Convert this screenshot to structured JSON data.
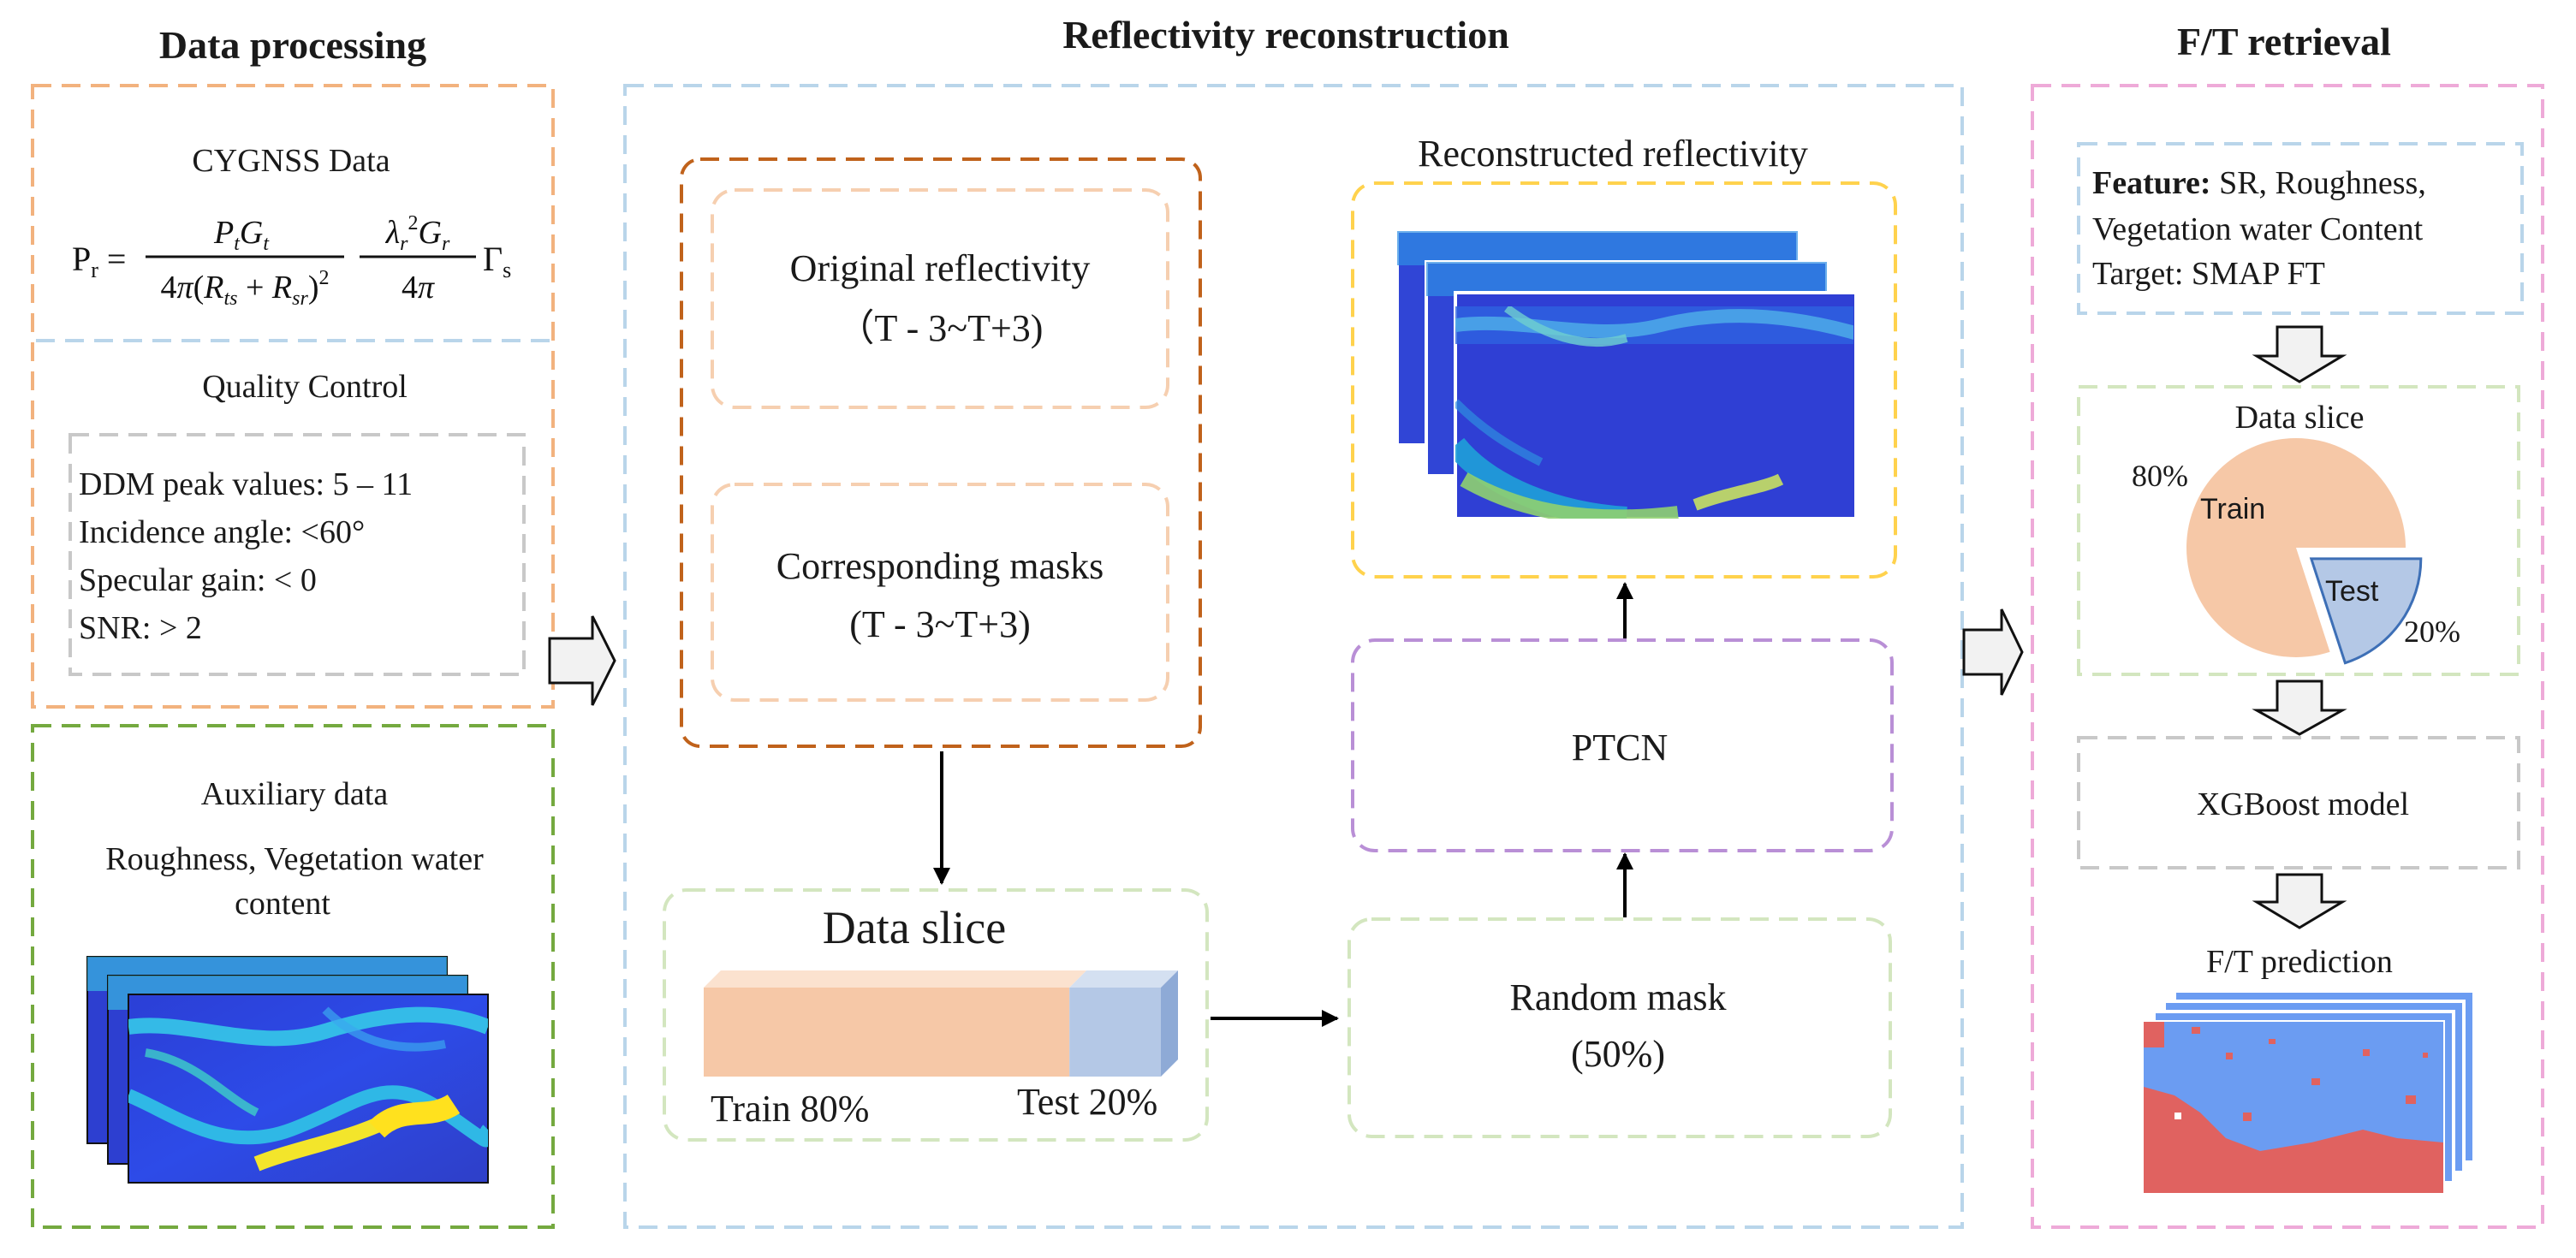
{
  "sections": {
    "data_processing": "Data processing",
    "reconstruction": "Reflectivity  reconstruction",
    "retrieval": "F/T retrieval"
  },
  "cygnss": {
    "title": "CYGNSS Data",
    "equation": {
      "lhs": "Pr =",
      "num1": "PtGt",
      "den1": "4π(Rts + Rsr)²",
      "num2": "λr²Gr",
      "den2": "4π",
      "tail": "Γs"
    }
  },
  "quality_control": {
    "title": "Quality Control",
    "items": [
      "DDM peak values: 5 – 11",
      "Incidence angle: <60°",
      "Specular gain: < 0",
      "SNR: > 2"
    ]
  },
  "auxiliary": {
    "title": "Auxiliary data",
    "line1": "Roughness, Vegetation water",
    "line2": "content"
  },
  "reconstruction": {
    "original": {
      "line1": "Original reflectivity",
      "line2": "（T - 3~T+3)"
    },
    "masks": {
      "line1": "Corresponding masks",
      "line2": "(T - 3~T+3)"
    },
    "data_slice": {
      "title": "Data slice",
      "train_label": "Train 80%",
      "test_label": "Test 20%",
      "train_fraction": 0.8
    },
    "random_mask": {
      "line1": "Random mask",
      "line2": "(50%)"
    },
    "model": "PTCN",
    "reconstructed_title": "Reconstructed reflectivity"
  },
  "retrieval": {
    "feature_label": "Feature:",
    "feature_text": " SR, Roughness,",
    "feature_line2": "Vegetation water Content",
    "target": "Target: SMAP FT",
    "slice": {
      "title": "Data slice",
      "train_pct": "80%",
      "train_label": "Train",
      "test_label": "Test",
      "test_pct": "20%",
      "train_fraction": 0.8
    },
    "model": "XGBoost model",
    "prediction": "F/T prediction"
  },
  "colors": {
    "orange_box": "#f2b27e",
    "blue_box": "#b9d5ea",
    "green_box": "#74a93f",
    "gray_box": "#c8c8c8",
    "brown_box": "#c0621b",
    "peach_box": "#f6cfb0",
    "light_green_box": "#d3e6bf",
    "purple_box": "#b98fd6",
    "yellow_box": "#ffd24d",
    "pink_box": "#eeaad8",
    "train_fill": "#f6c8a7",
    "test_fill": "#b4c8e6",
    "test_stroke": "#3d6fb6",
    "ft_frozen": "#6b9cf2",
    "ft_thawed": "#e06260"
  }
}
